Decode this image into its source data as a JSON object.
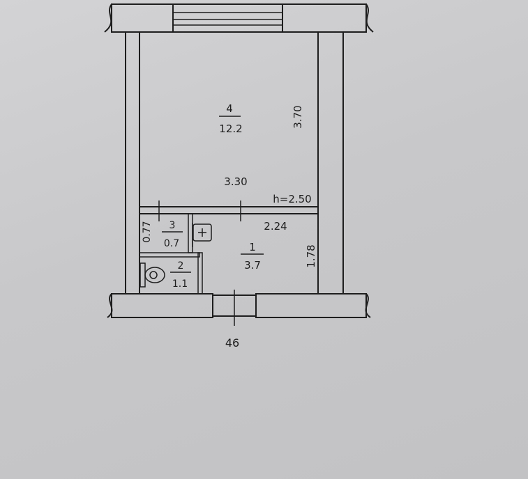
{
  "rooms": [
    {
      "number": "4",
      "area": "12.2"
    },
    {
      "number": "1",
      "area": "3.7"
    },
    {
      "number": "3",
      "area": "0.7"
    },
    {
      "number": "2",
      "area": "1.1"
    }
  ],
  "dimensions": {
    "room4_length": "3.70",
    "room4_width": "3.30",
    "ceiling_height": "h=2.50",
    "room1_width": "2.24",
    "room1_length": "1.78",
    "room3_width": "0.77"
  },
  "entrance_label": "46",
  "colors": {
    "background": "#c9c9cb",
    "wall_fill": "#b9b9bb",
    "ink": "#1e1e1e"
  }
}
